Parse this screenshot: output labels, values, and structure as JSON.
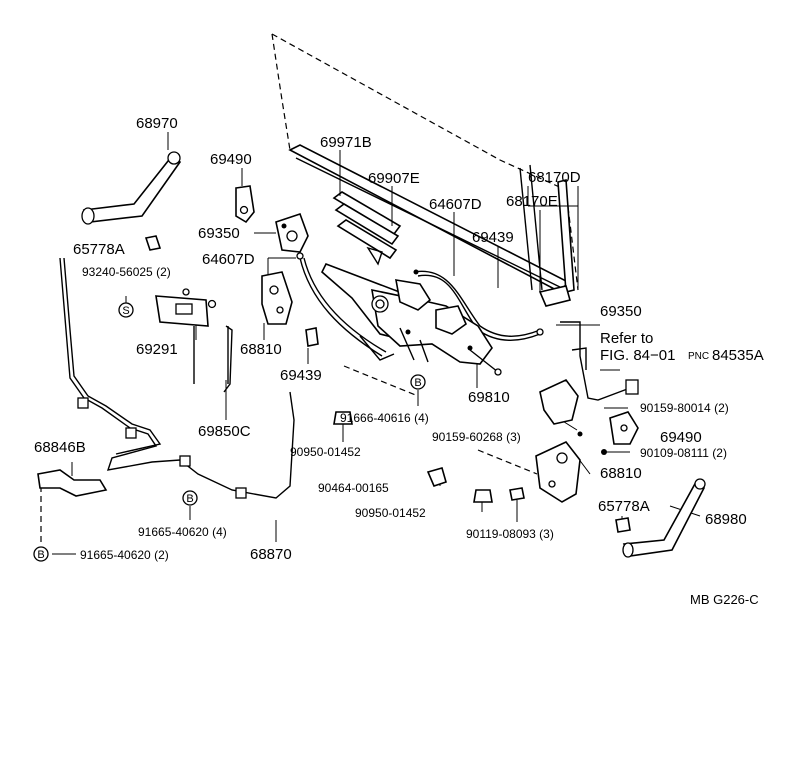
{
  "labels": {
    "p68970": "68970",
    "p69490a": "69490",
    "p69971b": "69971B",
    "p69907e": "69907E",
    "p68170d": "68170D",
    "p68170e": "68170E",
    "p64607d_top": "64607D",
    "p69439a": "69439",
    "p65778a_left": "65778A",
    "p69350_left": "69350",
    "p64607d_left": "64607D",
    "p93240": "93240-56025 (2)",
    "p69350_right": "69350",
    "p69291": "69291",
    "p68810_left": "68810",
    "p69439b": "69439",
    "p69810": "69810",
    "p91666": "91666-40616 (4)",
    "p69850c": "69850C",
    "p90950_a": "90950-01452",
    "p90159_80014": "90159-80014 (2)",
    "p90159_60268": "90159-60268 (3)",
    "p69490b": "69490",
    "p90109": "90109-08111 (2)",
    "p68846b": "68846B",
    "p68810_right": "68810",
    "p90464": "90464-00165",
    "p90950_b": "90950-01452",
    "p65778a_right": "65778A",
    "p91665_4": "91665-40620 (4)",
    "p90119": "90119-08093 (3)",
    "p68980": "68980",
    "p91665_2": "91665-40620 (2)",
    "p68870": "68870",
    "refer_line1": "Refer to",
    "refer_line2": "FIG. 84−01",
    "refer_pnc": "PNC",
    "refer_num": "84535A",
    "fig_code": "MB G226-C"
  },
  "markers": {
    "s": "S",
    "b": "B"
  }
}
